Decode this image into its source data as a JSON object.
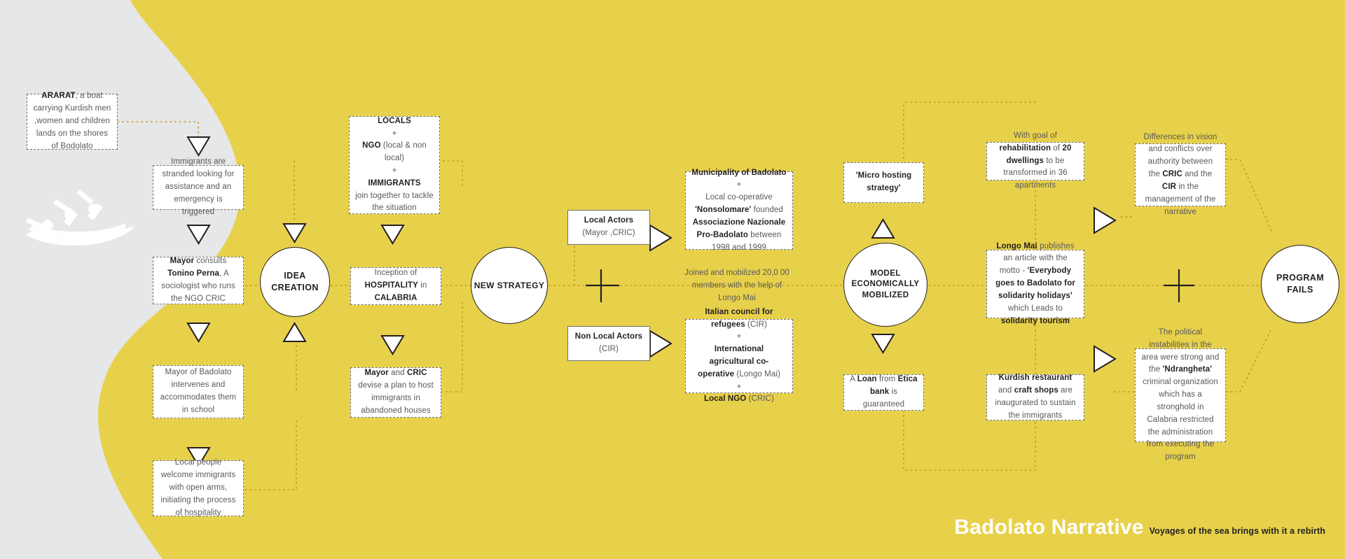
{
  "colors": {
    "yellow": "#e8d14a",
    "gray": "#e6e7e8",
    "ink": "#231f20",
    "muted": "#58595b",
    "dotted": "#c8991f"
  },
  "title": {
    "main": "Badolato Narrative",
    "subtitle": "Voyages of the sea brings with it a rebirth"
  },
  "icons": {
    "boat": "boat-with-people-icon"
  },
  "hubs": [
    {
      "id": "idea",
      "lines": [
        "IDEA",
        "CREATION"
      ]
    },
    {
      "id": "strategy",
      "lines": [
        "NEW STRATEGY"
      ]
    },
    {
      "id": "model",
      "lines": [
        "MODEL",
        "ECONOMICALLY",
        "MOBILIZED"
      ]
    },
    {
      "id": "fails",
      "lines": [
        "PROGRAM",
        "FAILS"
      ]
    }
  ],
  "nodes": {
    "ararat": "<b>ARARAT</b>, a boat carrying Kurdish men ,women and children lands on the shores of Bodolato",
    "stranded": "Immigrants are stranded looking for assistance and an emergency is triggered",
    "mayor_consults": "<b>Mayor</b> consults <b>Tonino Perna</b>, A sociologist who runs the NGO CRIC",
    "mayor_school": "Mayor of Badolato intervenes and accommodates them in school",
    "local_welcome": "Local people welcome immigrants with open arms, initiating the process of hospitality",
    "locals_ngo": "<b>LOCALS</b><br>+<br><b>NGO</b> (local &amp; non local)<br>+<br><b>IMMIGRANTS</b><br>join together to tackle the situation",
    "hospitality": "Inception of <b>HOSPITALITY</b> in <b>CALABRIA</b>",
    "mayor_cric": "<b>Mayor</b> and <b>CRIC</b> devise a plan to host immigrants in abandoned houses",
    "local_actors": "<b>Local Actors</b><br>(Mayor ,CRIC)",
    "non_local_actors": "<b>Non Local Actors</b><br>(CIR)",
    "municipality": "<b>Municipality of Badolato</b><br>+<br>Local co-operative <b>'Nonsolomare'</b> founded <b>Associazione Nazionale Pro-Badolato</b> between 1998 and 1999",
    "italian_council": "<b>Italian council for refugees</b> (CIR)<br>+<br><b>International agricultural co-operative</b> (Longo Mai)<br>+<br><b>Local NGO</b> (CRIC)",
    "joined_mobilized": "Joined and mobilized 20,0   00 members with the help of Longo Mai",
    "micro_hosting": "<b>'Micro hosting strategy'</b>",
    "etica_loan": "A <b>Loan</b> from <b>Etica bank</b> is guaranteed",
    "rehabilitation": "With goal of <b>rehabilitation</b> of <b>20 dwellings</b> to be transformed in 36 apartments",
    "longo_mai": "<b>Longo Mai</b> publishes an article with the motto - <b>'Everybody goes to Badolato for solidarity holidays'</b> which Leads to <b>solidarity tourism</b>",
    "kurdish_restaurant": "<b>Kurdish restaurant</b> and <b>craft shops</b> are inaugurated to sustain the immigrants",
    "differences": "Differences in vision  and conflicts over authority between the <b>CRIC</b> and  the <b>CIR</b> in the management of the narrative",
    "political": "The political instabilities in the area were strong and the <b>'Ndrangheta'</b> criminal organization which has a stronghold in Calabria restricted the administration from executing the program"
  }
}
